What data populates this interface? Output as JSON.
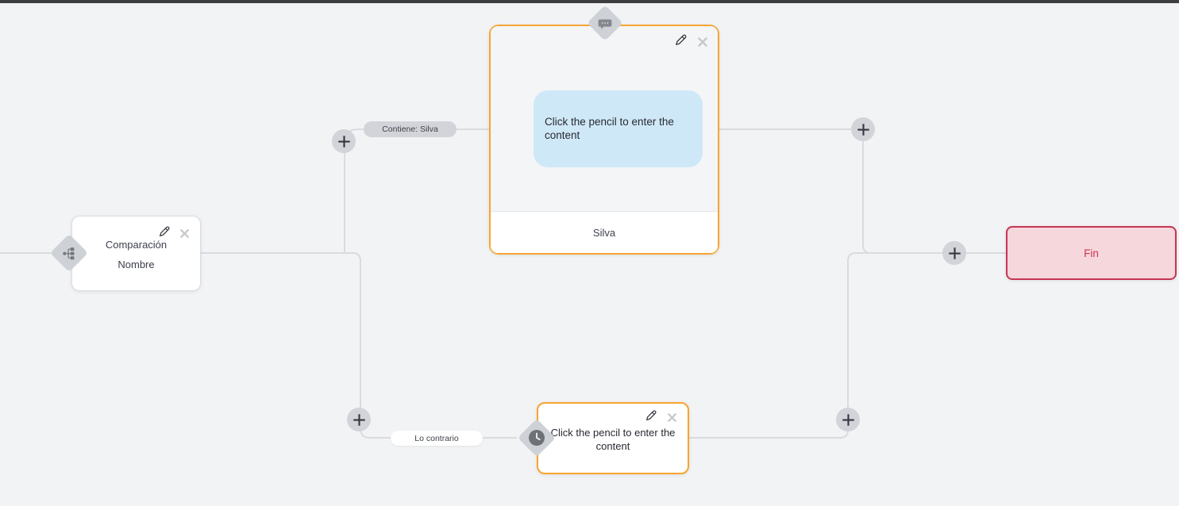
{
  "comparison_node": {
    "title_line1": "Comparación",
    "title_line2": "Nombre",
    "type_icon": "branch-icon"
  },
  "message_node": {
    "content_placeholder": "Click the pencil to enter the content",
    "footer_label": "Silva",
    "type_icon": "chat-bubble-icon"
  },
  "wait_node": {
    "content_placeholder": "Click the pencil to enter the content",
    "type_icon": "clock-icon"
  },
  "end_node": {
    "label": "Fin"
  },
  "edge_labels": {
    "condition_true": "Contiene: Silva",
    "condition_false": "Lo contrario"
  },
  "colors": {
    "canvas_background": "#f2f3f5",
    "connector_line": "#d9dbde",
    "node_accent_orange": "#f7a531",
    "message_bubble_blue": "#cfe8f7",
    "end_node_background": "#f6d7dc",
    "end_node_accent": "#c63553",
    "diamond_gray": "#ced1d6",
    "add_button_gray": "#d2d4d9",
    "top_bar": "#3e3e40"
  }
}
